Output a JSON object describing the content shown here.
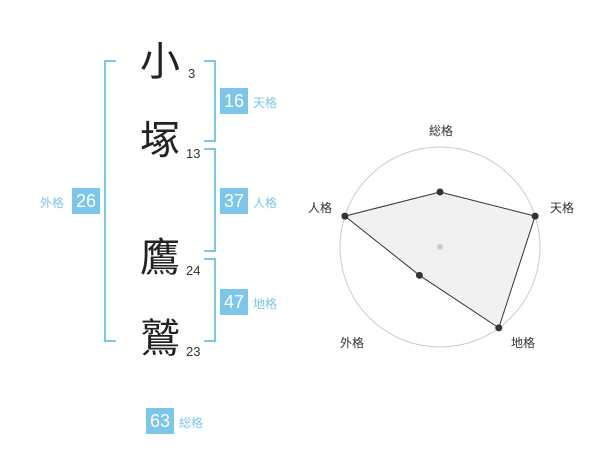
{
  "name": {
    "characters": [
      {
        "char": "小",
        "strokes": "3"
      },
      {
        "char": "塚",
        "strokes": "13"
      },
      {
        "char": "鷹",
        "strokes": "24"
      },
      {
        "char": "鷲",
        "strokes": "23"
      }
    ]
  },
  "fortunes": {
    "tenkaku": {
      "value": "16",
      "label": "天格"
    },
    "jinkaku": {
      "value": "37",
      "label": "人格"
    },
    "chikaku": {
      "value": "47",
      "label": "地格"
    },
    "gaikaku": {
      "value": "26",
      "label": "外格"
    },
    "soukaku": {
      "value": "63",
      "label": "総格"
    }
  },
  "colors": {
    "accent": "#7cc6ea",
    "text": "#222222",
    "radar_fill": "#eeeeee",
    "radar_line": "#333333",
    "grid": "#cccccc"
  },
  "radar": {
    "axes": [
      {
        "label": "総格",
        "level": 0.55
      },
      {
        "label": "天格",
        "level": 1.0
      },
      {
        "label": "地格",
        "level": 1.0
      },
      {
        "label": "外格",
        "level": 0.35
      },
      {
        "label": "人格",
        "level": 1.0
      }
    ],
    "rings": 5
  }
}
